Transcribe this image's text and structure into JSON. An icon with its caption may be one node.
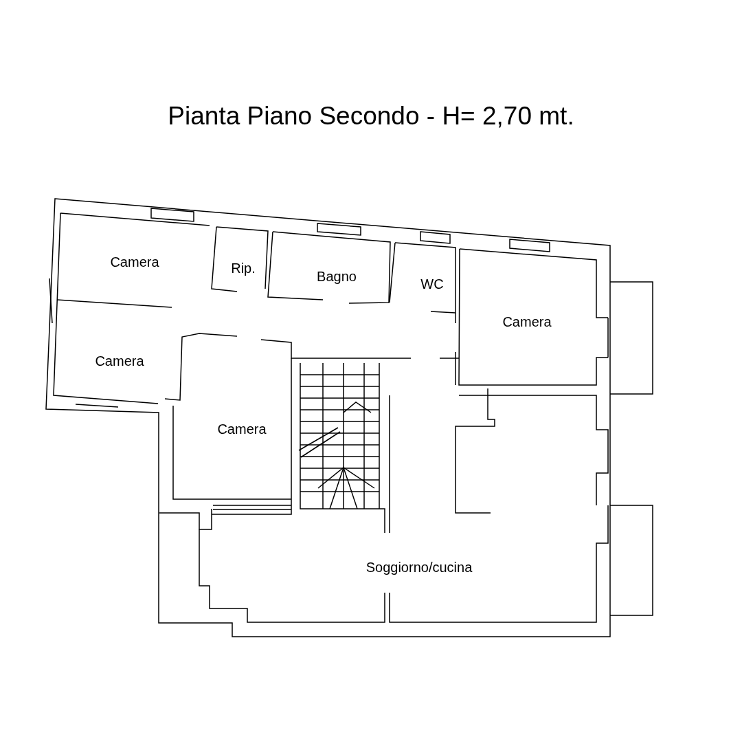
{
  "diagram": {
    "title": "Pianta Piano Secondo - H= 2,70 mt.",
    "nodes": [
      {
        "text": [
          "Camera"
        ]
      },
      {
        "text": [
          "Rip."
        ]
      },
      {
        "text": [
          "Bagno"
        ]
      },
      {
        "text": [
          "WC"
        ]
      },
      {
        "text": [
          "Camera"
        ]
      },
      {
        "text": [
          "Camera"
        ]
      },
      {
        "text": [
          "Camera"
        ]
      },
      {
        "text": [
          "Soggiorno/cucina"
        ]
      }
    ],
    "edges": []
  }
}
